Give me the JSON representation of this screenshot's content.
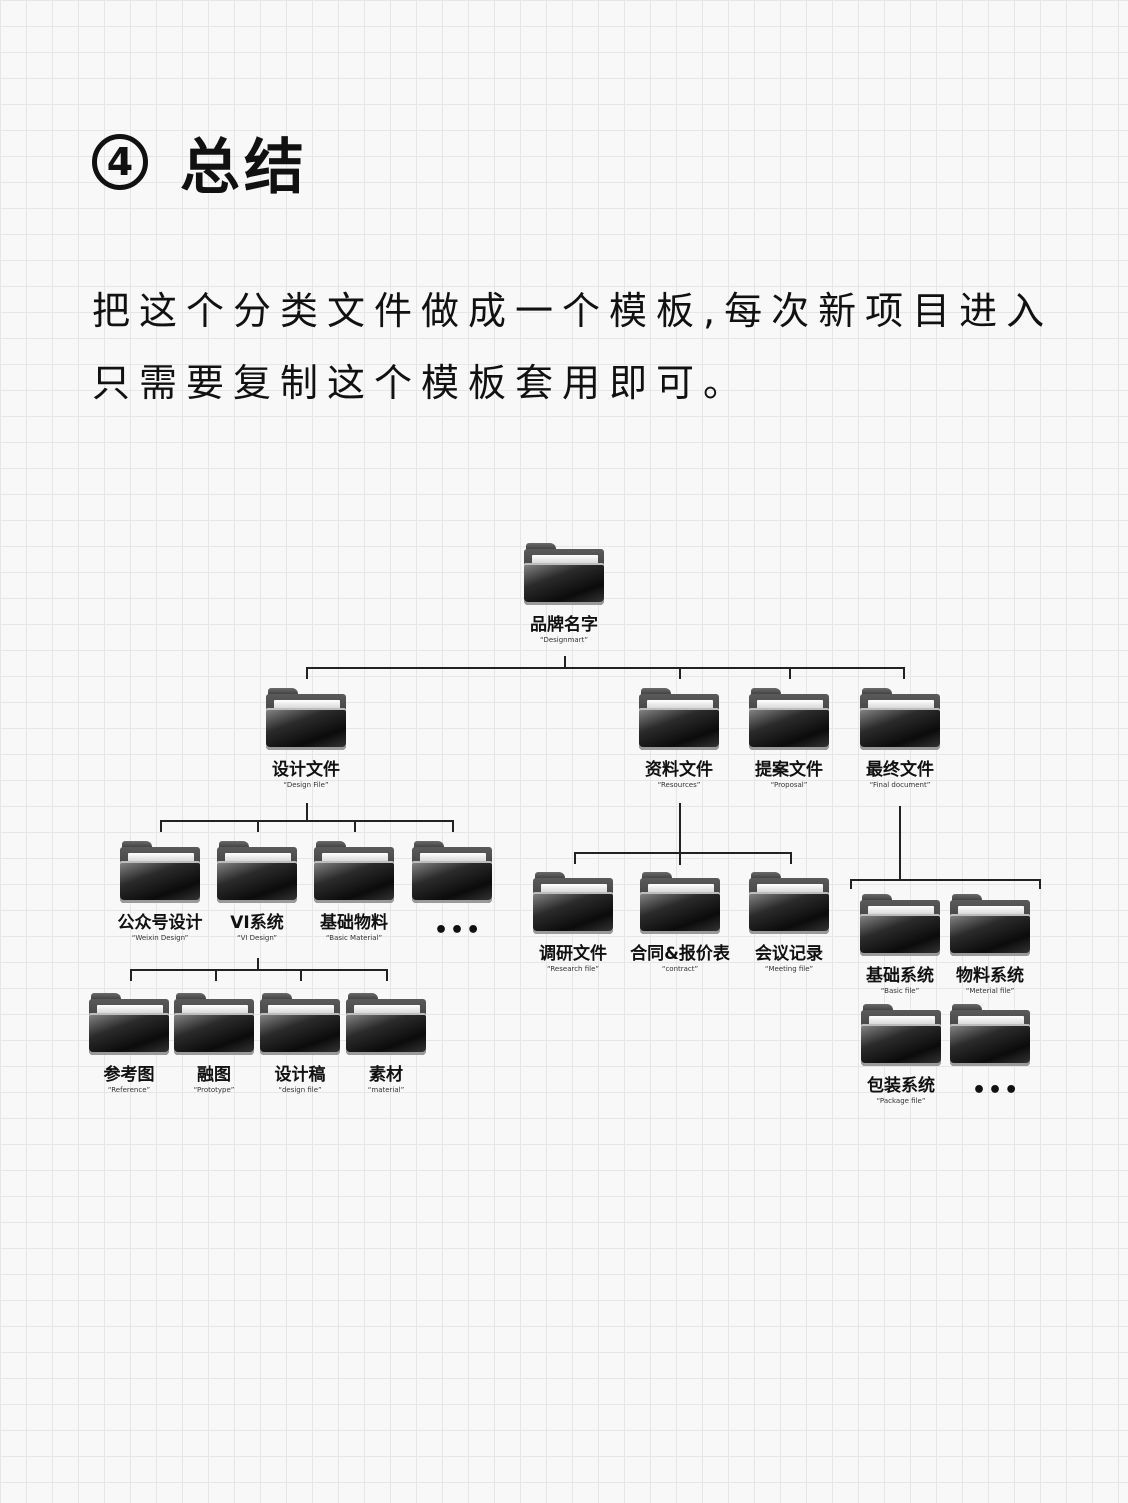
{
  "header": {
    "number": "4",
    "title": "总结"
  },
  "description": {
    "line1": "把这个分类文件做成一个模板,每次新项目进入",
    "line2": "只需要复制这个模板套用即可。"
  },
  "tree": {
    "root": {
      "name": "品牌名字",
      "sub": "“Designmart”"
    },
    "design": {
      "name": "设计文件",
      "sub": "“Design File”"
    },
    "resources": {
      "name": "资料文件",
      "sub": "“Resources”"
    },
    "proposal": {
      "name": "提案文件",
      "sub": "“Proposal”"
    },
    "final": {
      "name": "最终文件",
      "sub": "“Final document”"
    },
    "weixin": {
      "name": "公众号设计",
      "sub": "“Weixin Design”"
    },
    "vi": {
      "name": "VI系统",
      "sub": "“VI Design”"
    },
    "basic_material": {
      "name": "基础物料",
      "sub": "“Basic Material”"
    },
    "design_more": "•••",
    "research": {
      "name": "调研文件",
      "sub": "“Research file”"
    },
    "contract": {
      "name": "合同&报价表",
      "sub": "“contract”"
    },
    "meeting": {
      "name": "会议记录",
      "sub": "“Meeting file”"
    },
    "basic_system": {
      "name": "基础系统",
      "sub": "“Basic file”"
    },
    "material_system": {
      "name": "物料系统",
      "sub": "“Meterial file”"
    },
    "package_system": {
      "name": "包装系统",
      "sub": "“Package file”"
    },
    "final_more": "•••",
    "reference": {
      "name": "参考图",
      "sub": "“Reference”"
    },
    "prototype": {
      "name": "融图",
      "sub": "“Prototype”"
    },
    "draft": {
      "name": "设计稿",
      "sub": "“design file”"
    },
    "material": {
      "name": "素材",
      "sub": "“material”"
    }
  }
}
